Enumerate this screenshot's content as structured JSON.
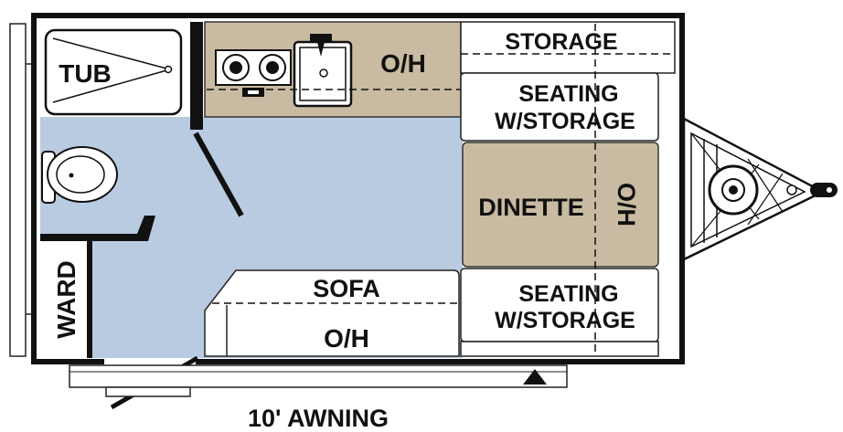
{
  "colors": {
    "floor": "#b9cbe1",
    "tan": "#c9bba1",
    "wall": "#111111",
    "background": "#ffffff"
  },
  "labels": {
    "tub": "TUB",
    "overhead_kitchen": "O/H",
    "storage": "STORAGE",
    "seating_storage_top_line1": "SEATING",
    "seating_storage_top_line2": "W/STORAGE",
    "dinette": "DINETTE",
    "overhead_dinette": "O/H",
    "wardrobe": "WARD",
    "sofa": "SOFA",
    "overhead_sofa": "O/H",
    "seating_storage_bottom_line1": "SEATING",
    "seating_storage_bottom_line2": "W/STORAGE",
    "awning": "10' AWNING"
  }
}
